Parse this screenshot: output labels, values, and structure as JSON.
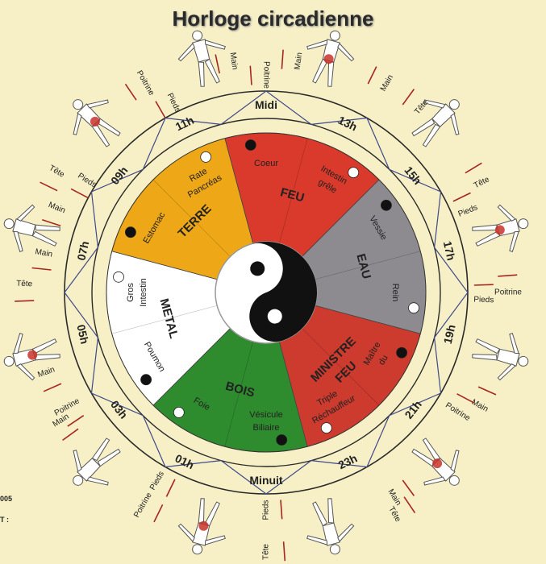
{
  "title": "Horloge circadienne",
  "hour_labels": [
    "Midi",
    "13h",
    "15h",
    "17h",
    "19h",
    "21h",
    "23h",
    "Minuit",
    "01h",
    "03h",
    "05h",
    "07h",
    "09h",
    "11h"
  ],
  "elements": [
    {
      "key": "feu",
      "name": "FEU",
      "color": "#d93a2b"
    },
    {
      "key": "eau",
      "name": "EAU",
      "color": "#8d8a90"
    },
    {
      "key": "feu_ministre",
      "name": "FEU MINISTRE",
      "color": "#cd3a2e"
    },
    {
      "key": "bois",
      "name": "BOIS",
      "color": "#2e8b2e"
    },
    {
      "key": "metal",
      "name": "METAL",
      "color": "#ffffff"
    },
    {
      "key": "terre",
      "name": "TERRE",
      "color": "#eea717"
    }
  ],
  "organs": [
    "Coeur",
    "Intestin grêle",
    "Vessie",
    "Rein",
    "Maître du Coeur",
    "Triple Réchauffeur",
    "Vésicule Biliaire",
    "Foie",
    "Poumon",
    "Gros Intestin",
    "Estomac",
    "Rate Pancréas"
  ],
  "body_labels": {
    "main": "Main",
    "poitrine": "Poitrine",
    "tete": "Tête",
    "pieds": "Pieds"
  },
  "cut_text": [
    "005",
    "T :"
  ]
}
